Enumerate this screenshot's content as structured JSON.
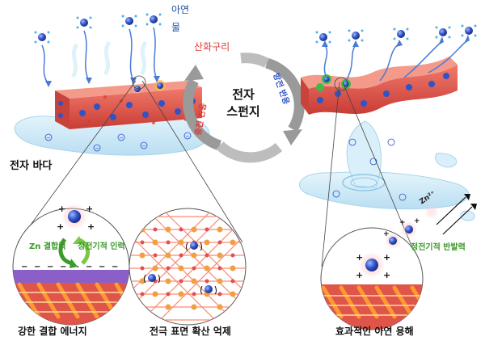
{
  "legend": {
    "zinc": "아연",
    "water": "물",
    "copper_oxide": "산화구리"
  },
  "center": {
    "line1": "전자",
    "line2": "스펀지",
    "left_arc": "충전 반응",
    "right_arc": "방전 반응"
  },
  "electron_sea": "전자 바다",
  "forces": {
    "zn_binding": "Zn 결합력",
    "electrostatic_attraction": "정전기적 인력",
    "electrostatic_repulsion": "정전기적 반발력"
  },
  "zn_tag": "Zn²⁺",
  "captions": {
    "strong_binding": "강한 결합 에너지",
    "suppress_diffusion": "전극 표면 확산 억제",
    "effective_dissolution": "효과적인 아연 용해"
  },
  "colors": {
    "zinc_blue": "#2f54c8",
    "copper_red": "#e0554a",
    "label_green": "#3b9a2a",
    "water_blue": "#bfe3f5",
    "arrow_gray": "#9a9a9a"
  }
}
